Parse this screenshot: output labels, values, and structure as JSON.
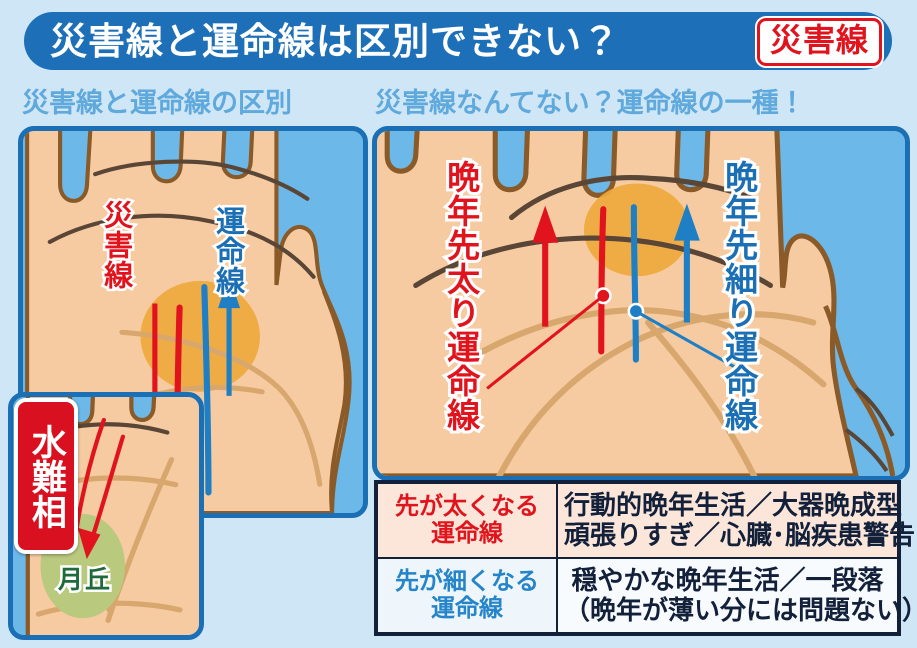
{
  "header": {
    "title": "災害線と運命線は区別できない？",
    "badge": "災害線",
    "bar_color": "#1d6fb8",
    "badge_color": "#e1141e"
  },
  "sections": {
    "left_subtitle": "災害線と運命線の区別",
    "right_subtitle": "災害線なんてない？運命線の一種！"
  },
  "left_panel": {
    "labels": {
      "disaster_line": "災害線",
      "fate_line": "運命線"
    },
    "colors": {
      "disaster": "#e1141e",
      "fate": "#1b6fb5",
      "skin": "#f7cba2",
      "highlight": "#efa93c"
    }
  },
  "inset_panel": {
    "badge": "水難相",
    "mount_label": "月丘",
    "colors": {
      "badge_bg": "#d8101f",
      "mount_fill": "#b9c97e",
      "mount_text": "#1d6b3a"
    }
  },
  "right_panel": {
    "labels": {
      "thick_end": "晩年先太り運命線",
      "thin_end": "晩年先細り運命線"
    },
    "colors": {
      "thick": "#e1141e",
      "thin": "#1b6fb5"
    }
  },
  "table": {
    "rows": [
      {
        "header": "先が太くなる\n運命線",
        "header_line1": "先が太くなる",
        "header_line2": "運命線",
        "value_line1": "行動的晩年生活／大器晩成型",
        "value_line2": "頑張りすぎ／心臓･脳疾患警告",
        "accent": "#e1141e",
        "bg": "#fbe6d9"
      },
      {
        "header": "先が細くなる\n運命線",
        "header_line1": "先が細くなる",
        "header_line2": "運命線",
        "value_line1": "穏やかな晩年生活／一段落",
        "value_line2": "（晩年が薄い分には問題ない）",
        "accent": "#2585c8",
        "bg": "#f7fbfe"
      }
    ]
  }
}
